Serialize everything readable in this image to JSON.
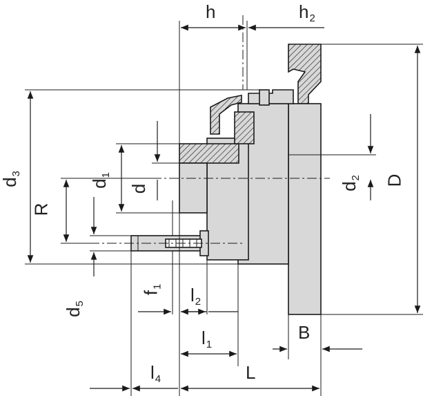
{
  "colors": {
    "line": "#1a1a1a",
    "part_fill": "#d8d8d8",
    "hatch": "#1a1a1a",
    "background": "#ffffff"
  },
  "labels": {
    "h": "h",
    "h2": {
      "base": "h",
      "sub": "2"
    },
    "d3": {
      "base": "d",
      "sub": "3"
    },
    "R": "R",
    "d1": {
      "base": "d",
      "sub": "1"
    },
    "d": "d",
    "d2": {
      "base": "d",
      "sub": "2"
    },
    "D": "D",
    "d5": {
      "base": "d",
      "sub": "5"
    },
    "f1": {
      "base": "f",
      "sub": "1"
    },
    "l2": {
      "base": "l",
      "sub": "2"
    },
    "l1": {
      "base": "l",
      "sub": "1"
    },
    "B": "B",
    "l4": {
      "base": "l",
      "sub": "4"
    },
    "L": "L"
  }
}
